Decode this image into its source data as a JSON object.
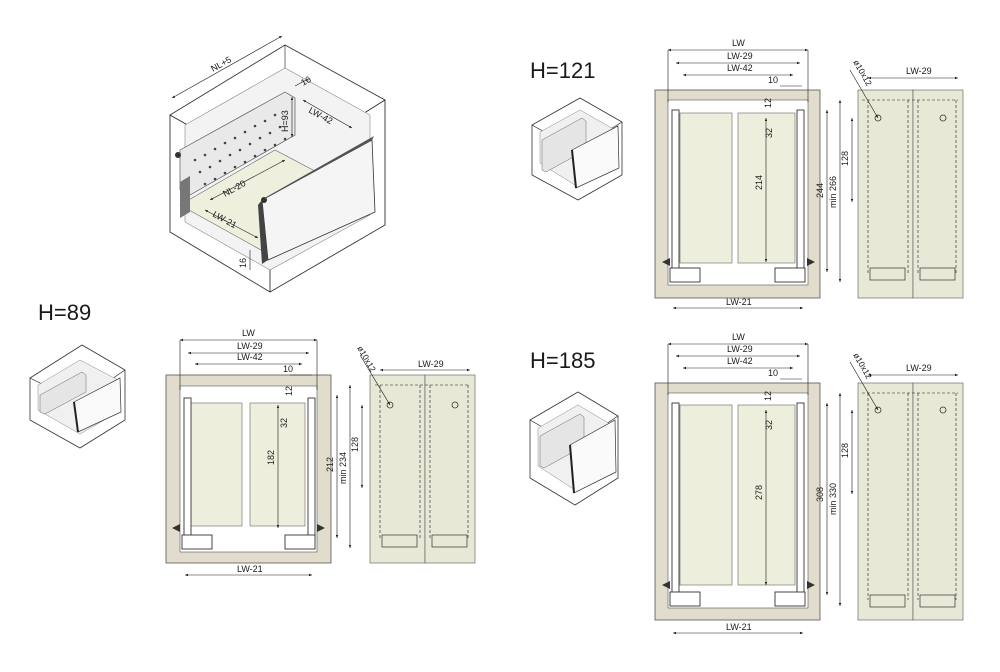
{
  "iso": {
    "nl5": "NL+5",
    "d16a": "16",
    "h93": "H=93",
    "lw42": "LW-42",
    "nl20": "NL-20",
    "lw21": "LW-21",
    "d16b": "16"
  },
  "v89": {
    "title": "H=89",
    "lw": "LW",
    "lw29": "LW-29",
    "lw42": "LW-42",
    "d10": "10",
    "d12": "12",
    "d32": "32",
    "h182": "182",
    "h212": "212",
    "min": "min 234",
    "lw21": "LW-21",
    "hole": "ø10x12",
    "side_lw29": "LW-29",
    "h128": "128"
  },
  "v121": {
    "title": "H=121",
    "lw": "LW",
    "lw29": "LW-29",
    "lw42": "LW-42",
    "d10": "10",
    "d12": "12",
    "d32": "32",
    "h214": "214",
    "h244": "244",
    "min": "min 266",
    "lw21": "LW-21",
    "hole": "ø10x12",
    "side_lw29": "LW-29",
    "h128": "128"
  },
  "v185": {
    "title": "H=185",
    "lw": "LW",
    "lw29": "LW-29",
    "lw42": "LW-42",
    "d10": "10",
    "d12": "12",
    "d32": "32",
    "h278": "278",
    "h308": "308",
    "min": "min 330",
    "lw21": "LW-21",
    "hole": "ø10x12",
    "side_lw29": "LW-29",
    "h128": "128"
  }
}
